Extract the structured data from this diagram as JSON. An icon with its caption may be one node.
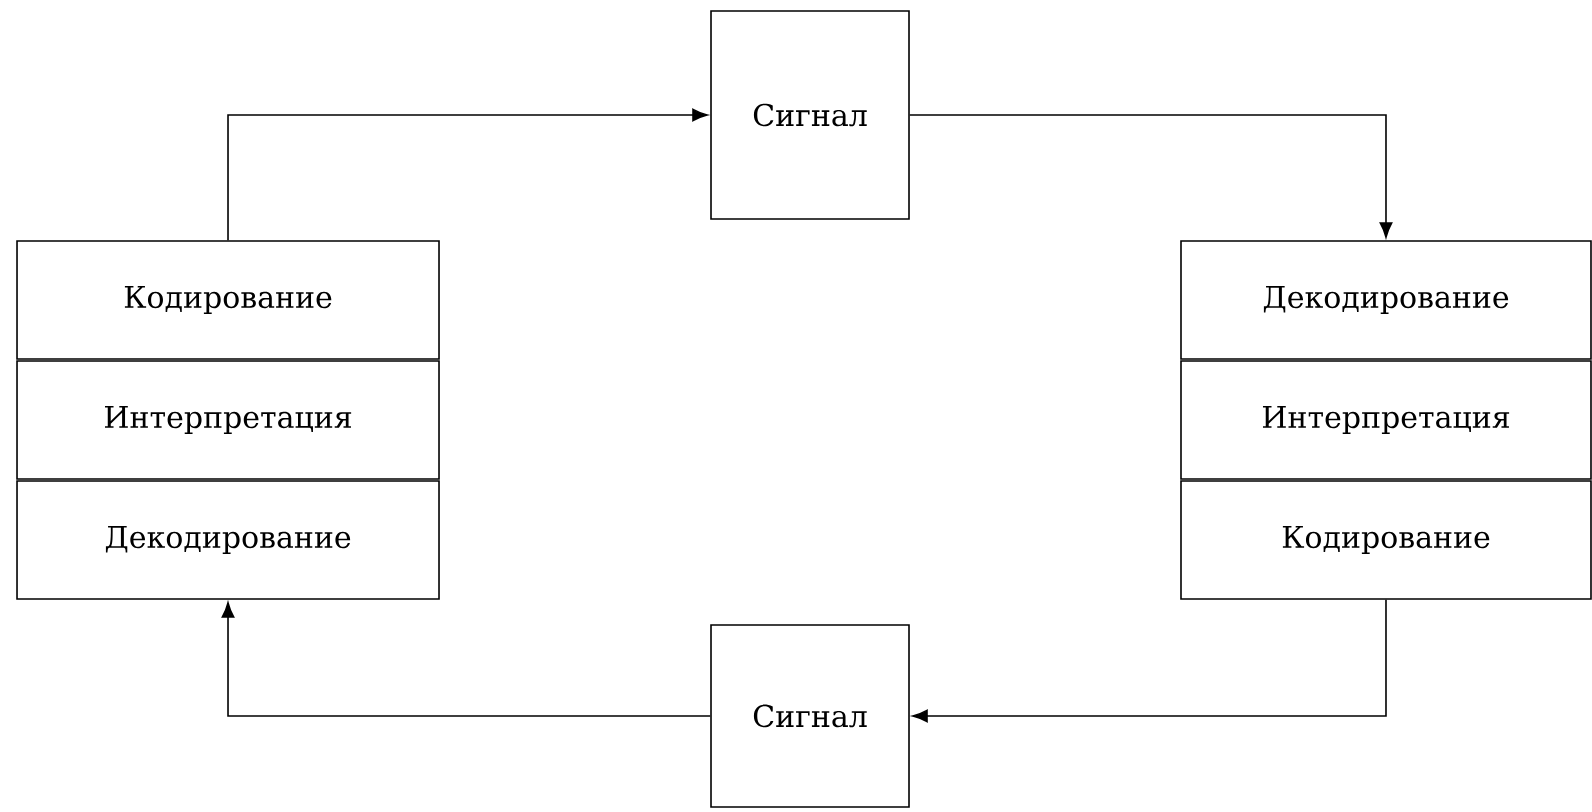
{
  "diagram": {
    "nodes": [
      {
        "text": [
          "Кодирование"
        ]
      },
      {
        "text": [
          "Интерпретация"
        ]
      },
      {
        "text": [
          "Декодирование"
        ]
      },
      {
        "text": [
          "Сигнал"
        ]
      },
      {
        "text": [
          "Декодирование"
        ]
      },
      {
        "text": [
          "Интерпретация"
        ]
      },
      {
        "text": [
          "Кодирование"
        ]
      },
      {
        "text": [
          "Сигнал"
        ]
      }
    ],
    "edges": [
      {
        "from": 0,
        "to": 3,
        "arrow": "to"
      },
      {
        "from": 3,
        "to": 4,
        "arrow": "to"
      },
      {
        "from": 6,
        "to": 7,
        "arrow": "to"
      },
      {
        "from": 7,
        "to": 2,
        "arrow": "to"
      }
    ]
  }
}
